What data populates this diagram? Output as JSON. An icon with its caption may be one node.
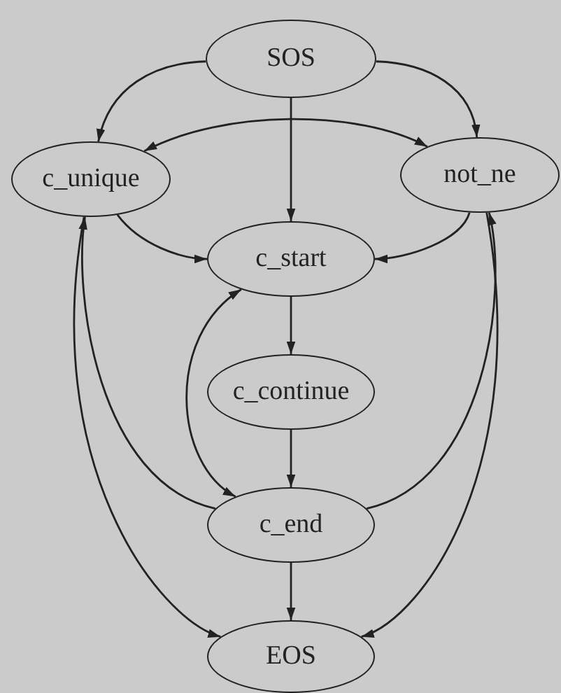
{
  "diagram": {
    "nodes": [
      {
        "text": [
          "SOS"
        ]
      },
      {
        "text": [
          "c_unique"
        ]
      },
      {
        "text": [
          "not_ne"
        ]
      },
      {
        "text": [
          "c_start"
        ]
      },
      {
        "text": [
          "c_continue"
        ]
      },
      {
        "text": [
          "c_end"
        ]
      },
      {
        "text": [
          "EOS"
        ]
      }
    ],
    "edges": [
      {
        "from": 0,
        "to": 1,
        "arrow": "to"
      },
      {
        "from": 0,
        "to": 2,
        "arrow": "to"
      },
      {
        "from": 0,
        "to": 3,
        "arrow": "to"
      },
      {
        "from": 1,
        "to": 2,
        "arrow": "both"
      },
      {
        "from": 1,
        "to": 3,
        "arrow": "to"
      },
      {
        "from": 2,
        "to": 3,
        "arrow": "to"
      },
      {
        "from": 3,
        "to": 4,
        "arrow": "to"
      },
      {
        "from": 4,
        "to": 5,
        "arrow": "to"
      },
      {
        "from": 3,
        "to": 5,
        "arrow": "both"
      },
      {
        "from": 5,
        "to": 1,
        "arrow": "to"
      },
      {
        "from": 5,
        "to": 2,
        "arrow": "to"
      },
      {
        "from": 5,
        "to": 6,
        "arrow": "to"
      },
      {
        "from": 1,
        "to": 6,
        "arrow": "to"
      },
      {
        "from": 2,
        "to": 6,
        "arrow": "to"
      }
    ]
  }
}
